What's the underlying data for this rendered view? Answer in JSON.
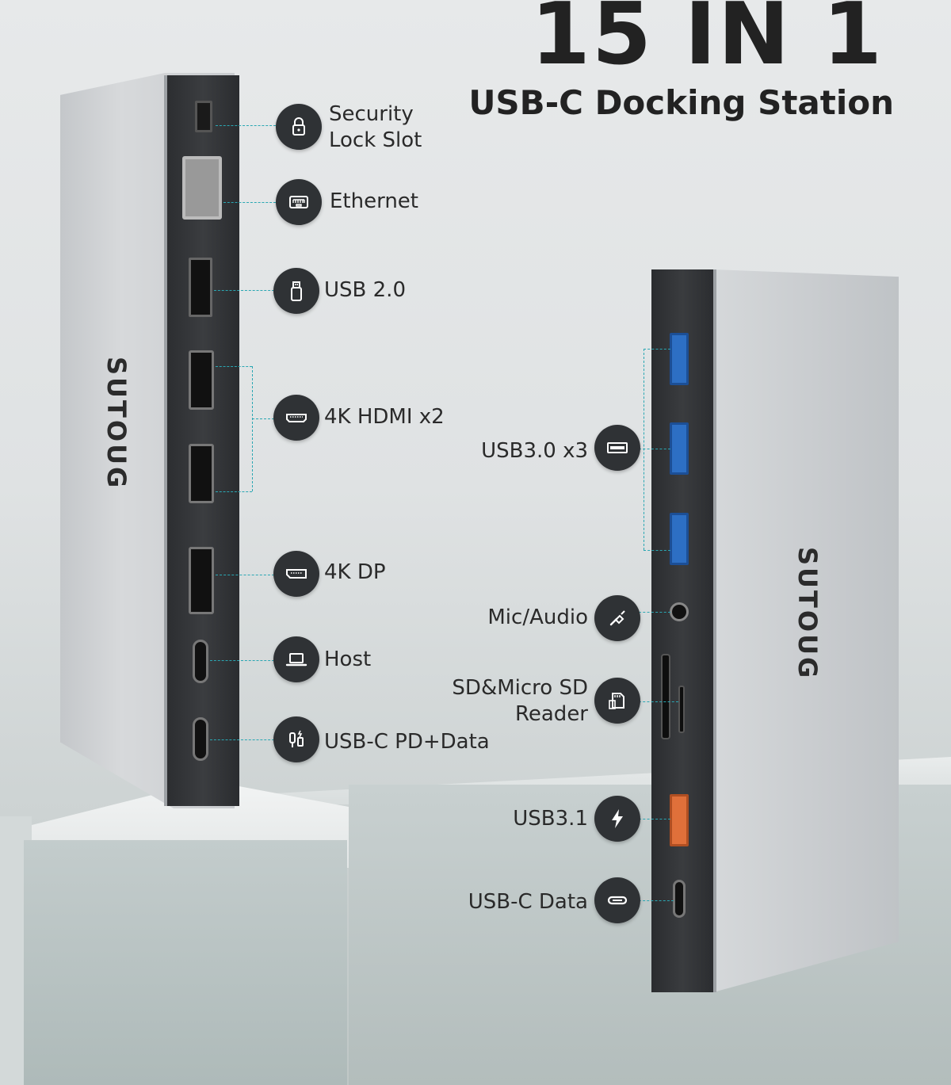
{
  "header": {
    "title": "15 IN 1",
    "subtitle": "USB-C Docking Station"
  },
  "brand": "SUTOUG",
  "left_callouts": [
    {
      "label_line1": "Security",
      "label_line2": "Lock Slot",
      "icon": "lock-icon"
    },
    {
      "label": "Ethernet",
      "icon": "ethernet-icon"
    },
    {
      "label": "USB 2.0",
      "icon": "usb-stick-icon"
    },
    {
      "label": "4K HDMI x2",
      "icon": "hdmi-icon"
    },
    {
      "label": "4K DP",
      "icon": "displayport-icon"
    },
    {
      "label": "Host",
      "icon": "laptop-icon"
    },
    {
      "label": "USB-C PD+Data",
      "icon": "charging-plug-icon"
    }
  ],
  "right_callouts": [
    {
      "label": "USB3.0 x3",
      "icon": "usb-a-port-icon"
    },
    {
      "label": "Mic/Audio",
      "icon": "audio-jack-icon"
    },
    {
      "label_line1": "SD&Micro SD",
      "label_line2": "Reader",
      "icon": "sd-card-icon"
    },
    {
      "label": "USB3.1",
      "icon": "lightning-bolt-icon"
    },
    {
      "label": "USB-C Data",
      "icon": "usb-c-icon"
    }
  ],
  "colors": {
    "accent_line": "#2aa7b3",
    "bubble": "#2f3235",
    "usb3_blue": "#2d6fc4",
    "usb31_orange": "#e0703a"
  }
}
